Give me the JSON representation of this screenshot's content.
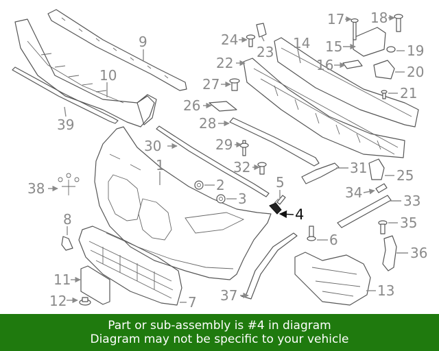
{
  "diagram": {
    "highlighted_part": "4",
    "callouts": [
      "1",
      "2",
      "3",
      "4",
      "5",
      "6",
      "7",
      "8",
      "9",
      "10",
      "11",
      "12",
      "13",
      "14",
      "15",
      "16",
      "17",
      "18",
      "19",
      "20",
      "21",
      "22",
      "23",
      "24",
      "25",
      "26",
      "27",
      "28",
      "29",
      "30",
      "31",
      "32",
      "33",
      "34",
      "35",
      "36",
      "37",
      "38",
      "39"
    ]
  },
  "banner": {
    "line1": "Part or sub-assembly is #4 in diagram",
    "line2": "Diagram may not be specific to your vehicle",
    "background": "#1f7a0e",
    "text_color": "#ffffff"
  }
}
